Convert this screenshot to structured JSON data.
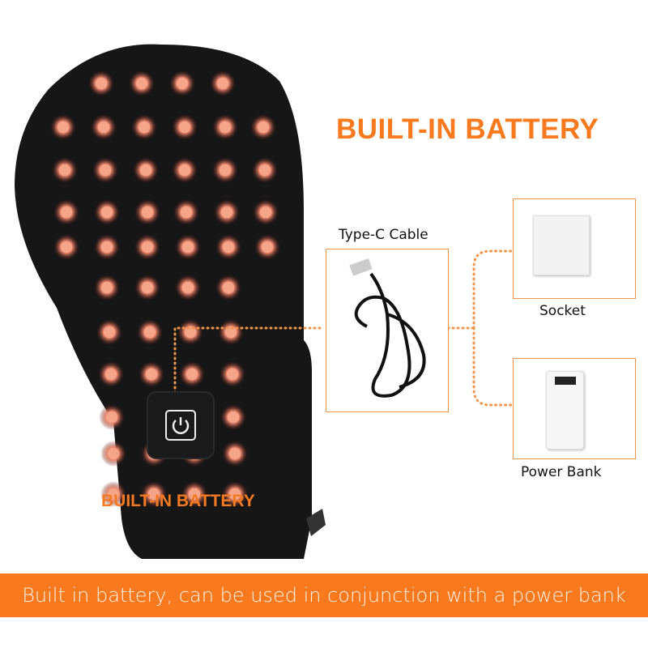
{
  "headline": "BUILT-IN BATTERY",
  "mitt_label": "BUILT-IN BATTERY",
  "cable": {
    "label": "Type-C Cable"
  },
  "socket": {
    "label": "Socket"
  },
  "power_bank": {
    "label": "Power Bank"
  },
  "banner": {
    "text": "Built in battery, can be used in conjunction with a power bank"
  },
  "colors": {
    "accent": "#f97a1e",
    "led": "#f4a58a",
    "mitt": "#161616"
  },
  "icons": {
    "power": "power-icon"
  }
}
